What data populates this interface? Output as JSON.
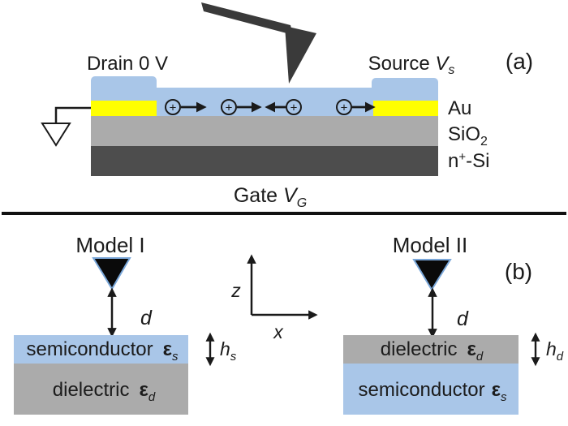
{
  "figure": {
    "type": "device-and-model-schematic"
  },
  "colors": {
    "blue": "#a9c6e8",
    "yellow": "#ffff00",
    "oxide_gray": "#ababab",
    "substrate_dark": "#4d4d4d",
    "tip_dark": "#3a3a3a",
    "model_tip_black": "#0a0a0a",
    "tip_outline_blue": "#7aa7d9",
    "ground_fill": "#ffffff",
    "ink": "#1a1a1a"
  },
  "panel_a": {
    "tag": "(a)",
    "drain_label": "Drain 0 V",
    "source": {
      "label": "Source ",
      "symbol": "V",
      "sub": "s"
    },
    "gate": {
      "label": "Gate ",
      "symbol": "V",
      "sub": "G"
    },
    "layers": {
      "au": "Au",
      "sio2": {
        "base": "SiO",
        "sub": "2"
      },
      "nsi": {
        "pre": "n",
        "sup": "+",
        "post": "-Si"
      }
    },
    "charges": {
      "symbol": "+",
      "directions": [
        "right",
        "right",
        "left",
        "right"
      ]
    }
  },
  "panel_b": {
    "tag": "(b)",
    "model1": {
      "title": "Model I",
      "gap_label": "d",
      "top_layer": {
        "name": "semiconductor",
        "eps": "ε",
        "sub": "s"
      },
      "bottom_layer": {
        "name": "dielectric",
        "eps": "ε",
        "sub": "d"
      },
      "thickness": {
        "symbol": "h",
        "sub": "s"
      }
    },
    "model2": {
      "title": "Model II",
      "gap_label": "d",
      "top_layer": {
        "name": "dielectric",
        "eps": "ε",
        "sub": "d"
      },
      "bottom_layer": {
        "name": "semiconductor",
        "eps": "ε",
        "sub": "s"
      },
      "thickness": {
        "symbol": "h",
        "sub": "d"
      }
    },
    "axes": {
      "vertical": "z",
      "horizontal": "x"
    }
  }
}
